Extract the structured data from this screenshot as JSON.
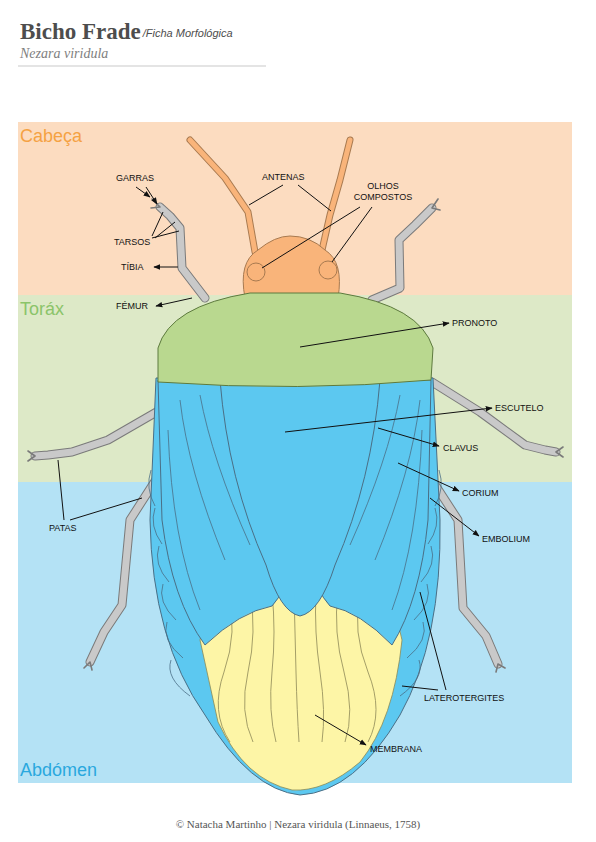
{
  "diagram": {
    "title": "Bicho Frade",
    "caption": "© Natacha Martinho | Nezara viridula (Linnaeus, 1758)",
    "nodes": [
      {
        "text": [
          "Cabeça"
        ]
      },
      {
        "text": [
          "Toráx"
        ]
      },
      {
        "text": [
          "Abdómen"
        ]
      }
    ],
    "labels": [
      "/Ficha Morfológica",
      "Nezara viridula",
      "GARRAS",
      "TARSOS",
      "TÍBIA",
      "FÉMUR",
      "ANTENAS",
      "OLHOS COMPOSTOS",
      "PRONOTO",
      "ESCUTELO",
      "CLAVUS",
      "CORIUM",
      "EMBOLIUM",
      "PATAS",
      "LATEROTERGITES",
      "MEMBRANA"
    ]
  }
}
